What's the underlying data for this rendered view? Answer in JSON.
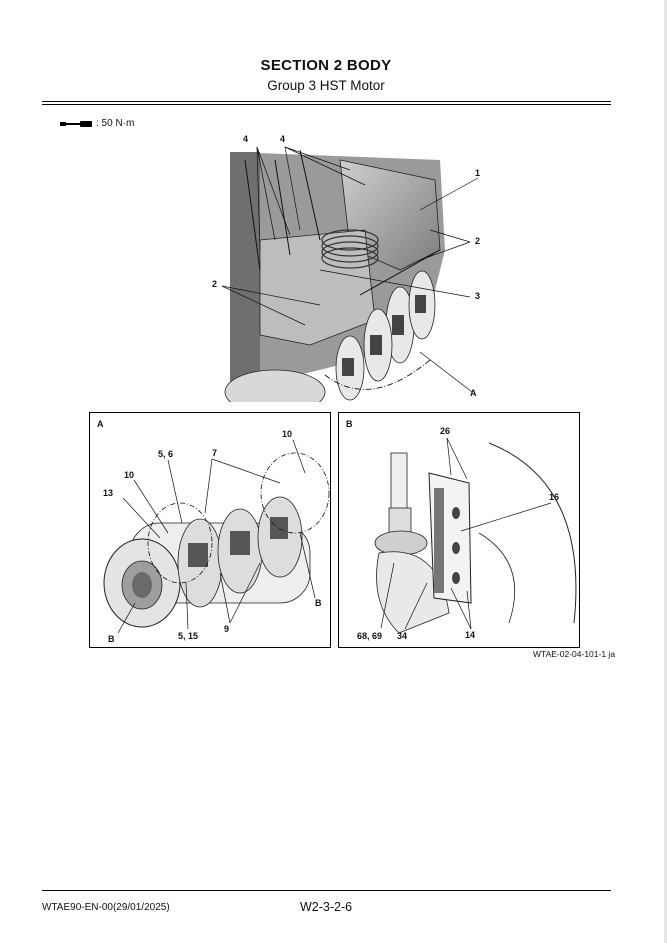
{
  "header": {
    "section": "SECTION 2 BODY",
    "group": "Group 3 HST Motor"
  },
  "torque_note": {
    "icon": "torque-wrench-icon",
    "value": ": 50 N·m"
  },
  "main_figure": {
    "callouts": [
      "1",
      "2",
      "2",
      "3",
      "4",
      "4",
      "A"
    ]
  },
  "detail_a": {
    "title": "A",
    "callouts": [
      "10",
      "5, 6",
      "7",
      "10",
      "13",
      "B",
      "B",
      "9",
      "5, 15"
    ]
  },
  "detail_b": {
    "title": "B",
    "callouts": [
      "26",
      "16",
      "68, 69",
      "34",
      "14"
    ]
  },
  "figure_ref": "WTAE-02-04-101-1 ja",
  "footer": {
    "doc_id": "WTAE90-EN-00(29/01/2025)",
    "page": "W2-3-2-6"
  }
}
